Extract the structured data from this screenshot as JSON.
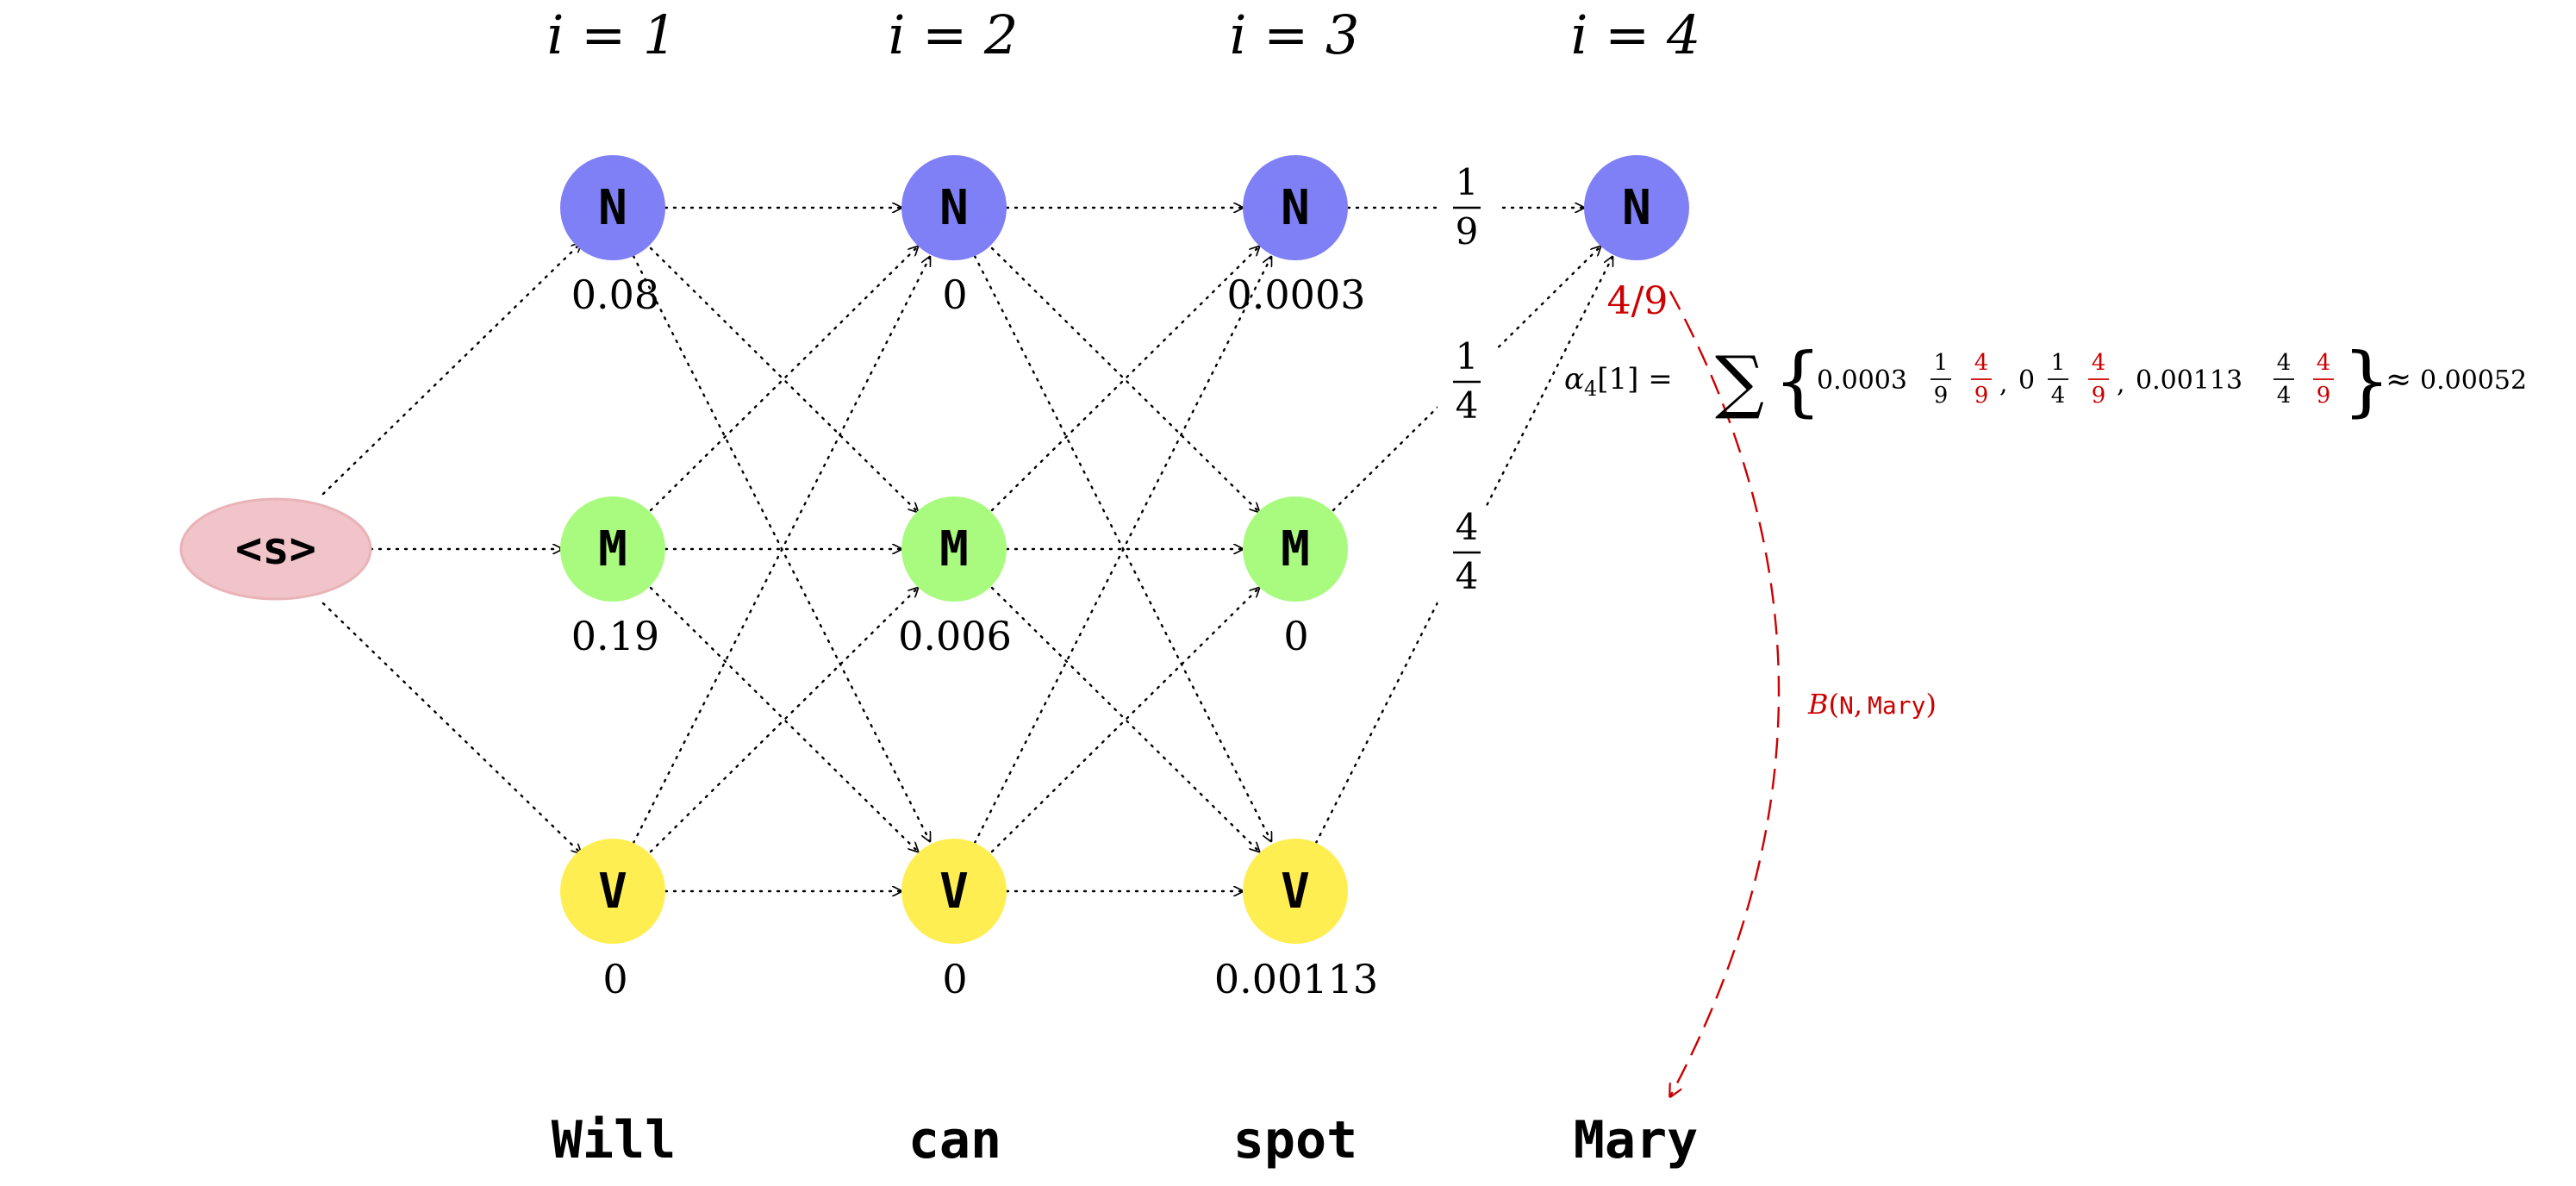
{
  "columns": [
    {
      "header": "i = 1",
      "word": "Will"
    },
    {
      "header": "i = 2",
      "word": "can"
    },
    {
      "header": "i = 3",
      "word": "spot"
    },
    {
      "header": "i = 4",
      "word": "Mary"
    }
  ],
  "start_node": {
    "label": "<s>",
    "color": "#f0c4c8"
  },
  "state_colors": {
    "N": "#7f7ff6",
    "M": "#a9fb80",
    "V": "#ffee52"
  },
  "nodes": {
    "col1": {
      "N": {
        "label": "N",
        "value": "0.08"
      },
      "M": {
        "label": "M",
        "value": "0.19"
      },
      "V": {
        "label": "V",
        "value": "0"
      }
    },
    "col2": {
      "N": {
        "label": "N",
        "value": "0"
      },
      "M": {
        "label": "M",
        "value": "0.006"
      },
      "V": {
        "label": "V",
        "value": "0"
      }
    },
    "col3": {
      "N": {
        "label": "N",
        "value": "0.0003"
      },
      "M": {
        "label": "M",
        "value": "0"
      },
      "V": {
        "label": "V",
        "value": "0.00113"
      }
    },
    "col4": {
      "N": {
        "label": "N"
      }
    }
  },
  "transitions_to_col4": {
    "from_N": {
      "num": "1",
      "den": "9"
    },
    "from_M": {
      "num": "1",
      "den": "4"
    },
    "from_V": {
      "num": "4",
      "den": "4"
    }
  },
  "emission": {
    "text": "4/9",
    "color": "#cc0000"
  },
  "formula": {
    "lhs": "α",
    "lhs_sub": "4",
    "lhs_index": "[1] =",
    "sum": "∑",
    "open_brace": "{",
    "close_brace": "}",
    "terms": [
      {
        "value": "0.0003",
        "frac_num": "1",
        "frac_den": "9",
        "em_num": "4",
        "em_den": "9"
      },
      {
        "value": "0",
        "frac_num": "1",
        "frac_den": "4",
        "em_num": "4",
        "em_den": "9"
      },
      {
        "value": "0.00113",
        "frac_num": "4",
        "frac_den": "4",
        "em_num": "4",
        "em_den": "9"
      }
    ],
    "separator": ",",
    "approx": "≈",
    "result": "0.00052"
  },
  "emission_label": {
    "fn": "B",
    "open": "(",
    "state": "N",
    "comma": ",",
    "word": "Mary",
    "close": ")"
  }
}
